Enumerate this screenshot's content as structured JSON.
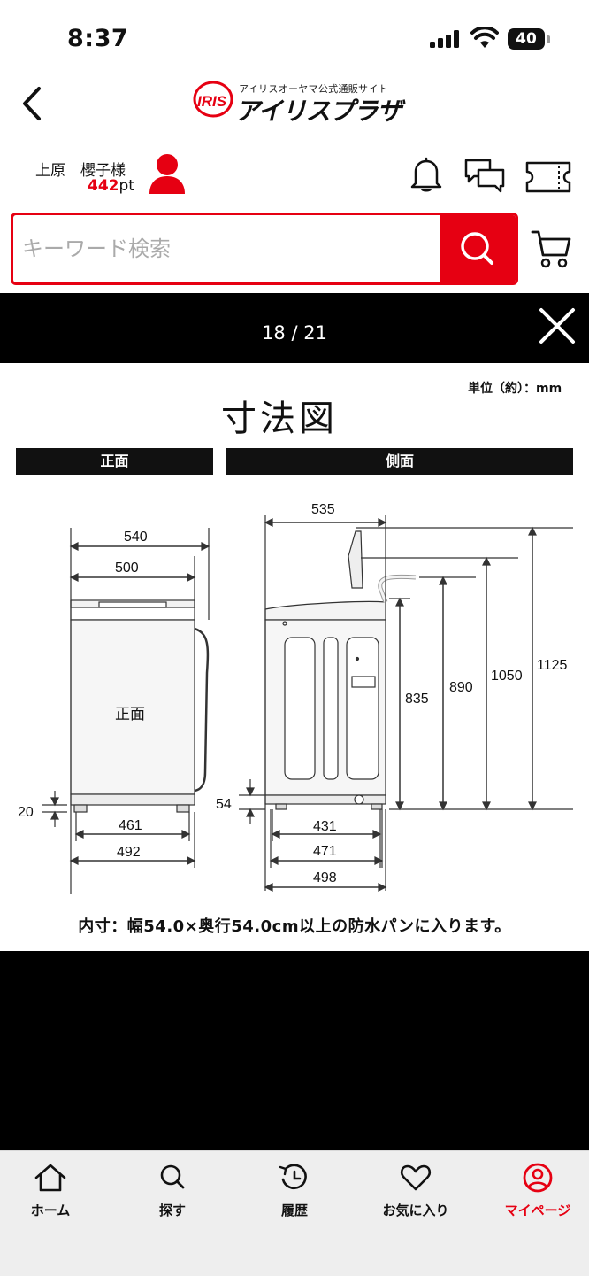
{
  "status_bar": {
    "time": "8:37",
    "battery": "40"
  },
  "header": {
    "logo_sub": "アイリスオーヤマ公式通販サイト",
    "logo_main": "アイリスプラザ",
    "logo_mark": "IRIS"
  },
  "user": {
    "name": "上原　櫻子様",
    "points": "442",
    "points_unit": "pt"
  },
  "search": {
    "placeholder": "キーワード検索"
  },
  "viewer": {
    "counter": "18 / 21"
  },
  "diagram": {
    "unit": "単位（約）：mm",
    "title": "寸法図",
    "front_label": "正面",
    "side_label": "側面",
    "body_text": "正面",
    "front_dims": {
      "width_top": "540",
      "width_lid": "500",
      "foot_inner": "461",
      "foot_outer": "492",
      "foot_height": "20"
    },
    "side_dims": {
      "depth": "535",
      "foot_height": "54",
      "d1": "431",
      "d2": "471",
      "d3": "498",
      "h1": "835",
      "h2": "890",
      "h3": "1050",
      "h4": "1125"
    },
    "note": "内寸：幅54.0×奥行54.0cm以上の防水パンに入ります。"
  },
  "bottom_nav": [
    {
      "label": "ホーム",
      "icon": "home-icon"
    },
    {
      "label": "探す",
      "icon": "search-icon"
    },
    {
      "label": "履歴",
      "icon": "history-icon"
    },
    {
      "label": "お気に入り",
      "icon": "heart-icon"
    },
    {
      "label": "マイページ",
      "icon": "mypage-icon",
      "active": true
    }
  ],
  "colors": {
    "accent": "#e60012",
    "nav_bg": "#eeeeee"
  }
}
